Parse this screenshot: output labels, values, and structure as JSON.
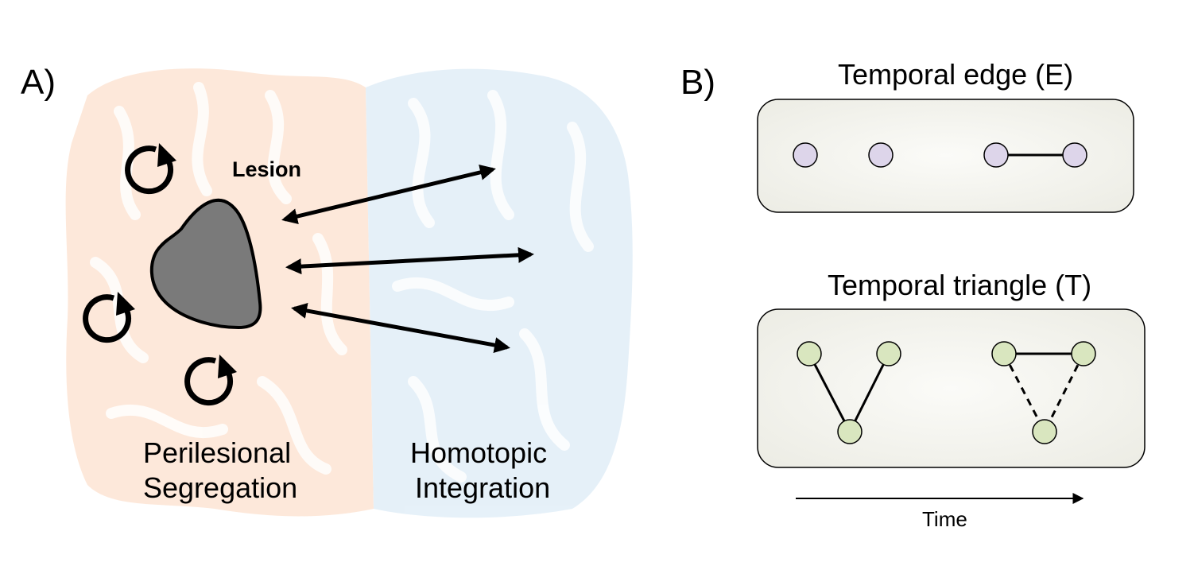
{
  "panel_a": {
    "label": "A)",
    "lesion_label": "Lesion",
    "left_caption_line1": "Perilesional",
    "left_caption_line2": "Segregation",
    "right_caption_line1": "Homotopic",
    "right_caption_line2": "Integration"
  },
  "panel_b": {
    "label": "B)",
    "edge_title": "Temporal edge (E)",
    "triangle_title": "Temporal triangle (T)",
    "time_label": "Time"
  },
  "colors": {
    "lesion_fill": "#7a7a7a",
    "edge_node_fill": "#ddd5ea",
    "triangle_node_fill": "#d9e6bf",
    "box_fill": "#f4f4ee",
    "brain_left": "#fde6d6",
    "brain_right": "#e3eff8"
  }
}
